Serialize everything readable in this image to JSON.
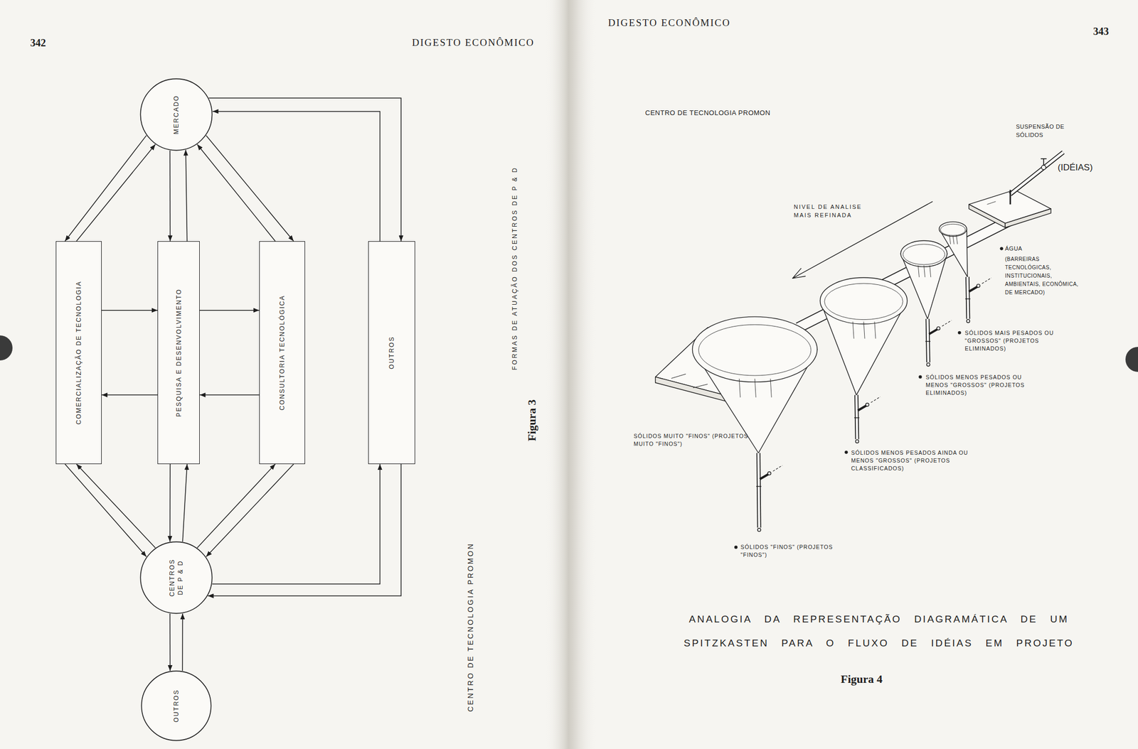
{
  "diagram": {
    "nodes": [
      {
        "text": [
          "MERCADO"
        ]
      },
      {
        "text": [
          "COMERCIALIZAÇÃO DE TECNOLOGIA"
        ]
      },
      {
        "text": [
          "PESQUISA E DESENVOLVIMENTO"
        ]
      },
      {
        "text": [
          "CONSULTORIA TECNOLÓGICA"
        ]
      },
      {
        "text": [
          "OUTROS"
        ]
      },
      {
        "text": [
          "CENTROS DE P & D"
        ]
      },
      {
        "text": [
          "OUTROS"
        ]
      }
    ],
    "edges": [
      {
        "from": 0,
        "to": 1,
        "arrow": "to"
      },
      {
        "from": 1,
        "to": 0,
        "arrow": "to"
      },
      {
        "from": 0,
        "to": 2,
        "arrow": "to"
      },
      {
        "from": 2,
        "to": 0,
        "arrow": "to"
      },
      {
        "from": 0,
        "to": 3,
        "arrow": "to"
      },
      {
        "from": 3,
        "to": 0,
        "arrow": "to"
      },
      {
        "from": 0,
        "to": 4,
        "arrow": "to"
      },
      {
        "from": 4,
        "to": 0,
        "arrow": "to"
      },
      {
        "from": 1,
        "to": 2,
        "arrow": "to"
      },
      {
        "from": 2,
        "to": 3,
        "arrow": "to"
      },
      {
        "from": 2,
        "to": 1,
        "arrow": "to"
      },
      {
        "from": 3,
        "to": 2,
        "arrow": "to"
      },
      {
        "from": 1,
        "to": 5,
        "arrow": "to"
      },
      {
        "from": 5,
        "to": 1,
        "arrow": "to"
      },
      {
        "from": 2,
        "to": 5,
        "arrow": "to"
      },
      {
        "from": 5,
        "to": 2,
        "arrow": "to"
      },
      {
        "from": 3,
        "to": 5,
        "arrow": "to"
      },
      {
        "from": 5,
        "to": 3,
        "arrow": "to"
      },
      {
        "from": 4,
        "to": 5,
        "arrow": "to"
      },
      {
        "from": 5,
        "to": 4,
        "arrow": "to"
      },
      {
        "from": 5,
        "to": 6,
        "arrow": "to"
      },
      {
        "from": 6,
        "to": 5,
        "arrow": "to"
      }
    ],
    "labels": [
      "342",
      "DIGESTO ECONÔMICO",
      "FORMAS DE ATUAÇÃO DOS CENTROS DE P & D",
      "Figura 3",
      "CENTRO DE TECNOLOGIA PROMON",
      "DIGESTO ECONÔMICO",
      "343",
      "CENTRO DE TECNOLOGIA PROMON",
      "SUSPENSÃO DE SÓLIDOS",
      "(IDÉIAS)",
      "NIVEL DE ANALISE MAIS REFINADA",
      "ÁGUA",
      "(BARREIRAS TECNOLÓGICAS, INSTITUCIONAIS, AMBIENTAIS, ECONÔMICA, DE MERCADO)",
      "SÓLIDOS MAIS PESADOS OU \"GROSSOS\" (PROJETOS ELIMINADOS)",
      "SÓLIDOS MENOS PESADOS OU MENOS \"GROSSOS\" (PROJETOS ELIMINADOS)",
      "SÓLIDOS MUITO \"FINOS\" (PROJETOS MUITO \"FINOS\")",
      "SÓLIDOS MENOS PESADOS AINDA OU MENOS \"GROSSOS\" (PROJETOS CLASSIFICADOS)",
      "SÓLIDOS \"FINOS\" (PROJETOS \"FINOS\")",
      "ANALOGIA DA REPRESENTAÇÃO DIAGRAMÁTICA DE UM SPITZKASTEN PARA O FLUXO DE IDÉIAS EM PROJETO",
      "Figura 4"
    ]
  }
}
